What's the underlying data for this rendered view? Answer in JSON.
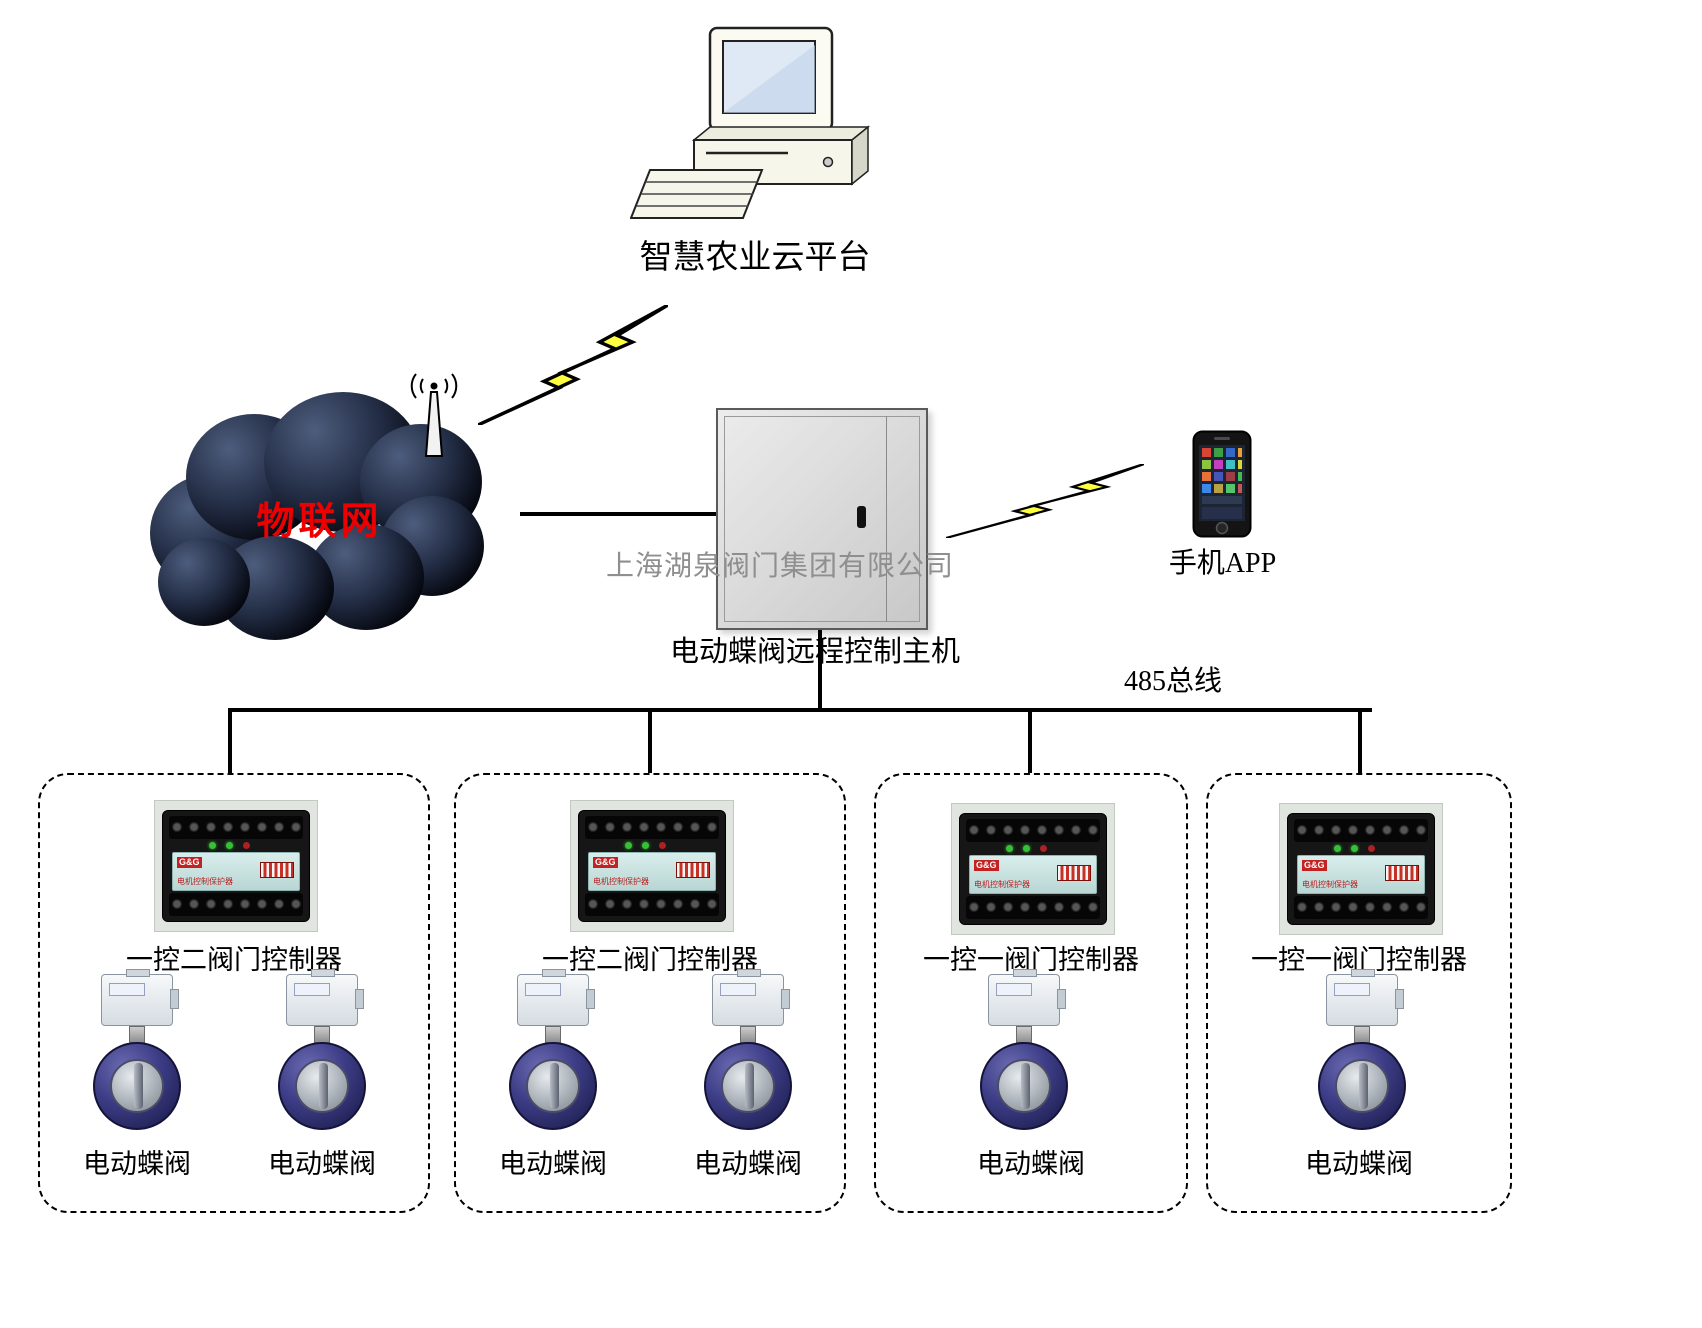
{
  "cloud_platform": {
    "label": "智慧农业云平台"
  },
  "iot_cloud": {
    "label": "物联网"
  },
  "host": {
    "label": "电动蝶阀远程控制主机",
    "watermark": "上海湖泉阀门集团有限公司"
  },
  "phone_app": {
    "label": "手机APP"
  },
  "bus": {
    "label": "485总线"
  },
  "controller_panel": {
    "brand": "G&G",
    "panel_text": "电机控制保护器"
  },
  "groups": [
    {
      "controller_label": "一控二阀门控制器",
      "valve_labels": [
        "电动蝶阀",
        "电动蝶阀"
      ]
    },
    {
      "controller_label": "一控二阀门控制器",
      "valve_labels": [
        "电动蝶阀",
        "电动蝶阀"
      ]
    },
    {
      "controller_label": "一控一阀门控制器",
      "valve_labels": [
        "电动蝶阀"
      ]
    },
    {
      "controller_label": "一控一阀门控制器",
      "valve_labels": [
        "电动蝶阀"
      ]
    }
  ],
  "colors": {
    "iot_text_red": "#ee0000",
    "lightning_yellow": "#ffff42",
    "valve_body_blue": "#3c3c86",
    "controller_panel_teal": "#cfe6e4"
  }
}
